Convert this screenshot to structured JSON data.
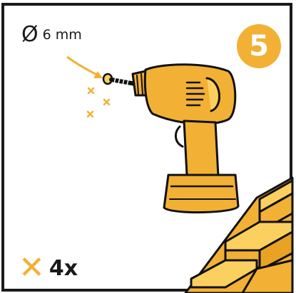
{
  "step": {
    "number": "5",
    "color": "#F2B134"
  },
  "dimension": {
    "symbol": "Ø",
    "value": "6 mm"
  },
  "quantity": {
    "symbol": "✕",
    "value": "4x"
  },
  "colors": {
    "accent": "#F2B134",
    "accent_light": "#FCD05E",
    "outline": "#111111",
    "frame": "#1a1a1a"
  },
  "icons": [
    "drill-icon",
    "screw-icon",
    "stairs-icon",
    "dust-marks-icon"
  ]
}
